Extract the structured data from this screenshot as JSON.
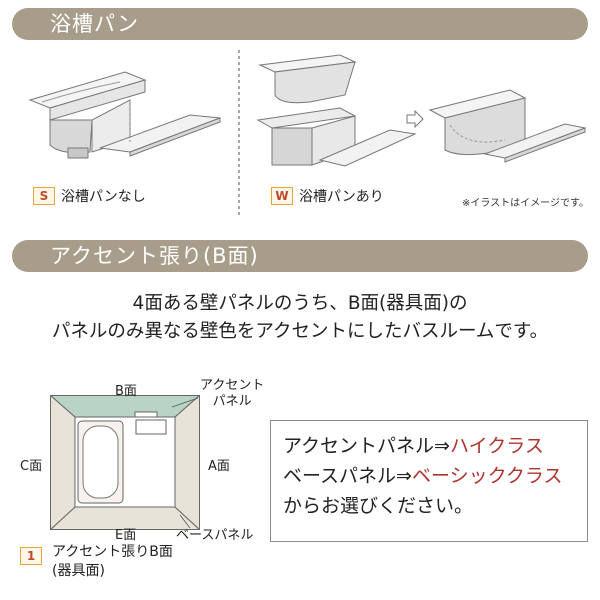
{
  "sections": {
    "tub_pan_title": "浴槽パン",
    "accent_title": "アクセント張り(B面)"
  },
  "tub_pan": {
    "option_s": {
      "code": "S",
      "label": "浴槽パンなし"
    },
    "option_w": {
      "code": "W",
      "label": "浴槽パンあり"
    },
    "note": "※イラストはイメージです。"
  },
  "accent": {
    "description_line1": "4面ある壁パネルのうち、B面(器具面)の",
    "description_line2": "パネルのみ異なる壁色をアクセントにしたバスルームです。",
    "plan": {
      "b_face": "B面",
      "c_face": "C面",
      "a_face": "A面",
      "e_face": "E面",
      "accent_panel_line1": "アクセント",
      "accent_panel_line2": "パネル",
      "base_panel": "ベースパネル"
    },
    "legend": {
      "number": "1",
      "line1": "アクセント張りB面",
      "line2": "(器具面)"
    },
    "info": {
      "accent_prefix": "アクセントパネル⇒",
      "accent_value": "ハイクラス",
      "base_prefix": "ベースパネル⇒",
      "base_value": "ベーシッククラス",
      "closing": "からお選びください。"
    }
  },
  "colors": {
    "banner": "#a79d8a",
    "tag_border": "#e3a536",
    "tag_text": "#c0492b",
    "highlight": "#b0332f",
    "accent_wall": "#b9d3c4",
    "base_wall": "#e8e3d8"
  }
}
